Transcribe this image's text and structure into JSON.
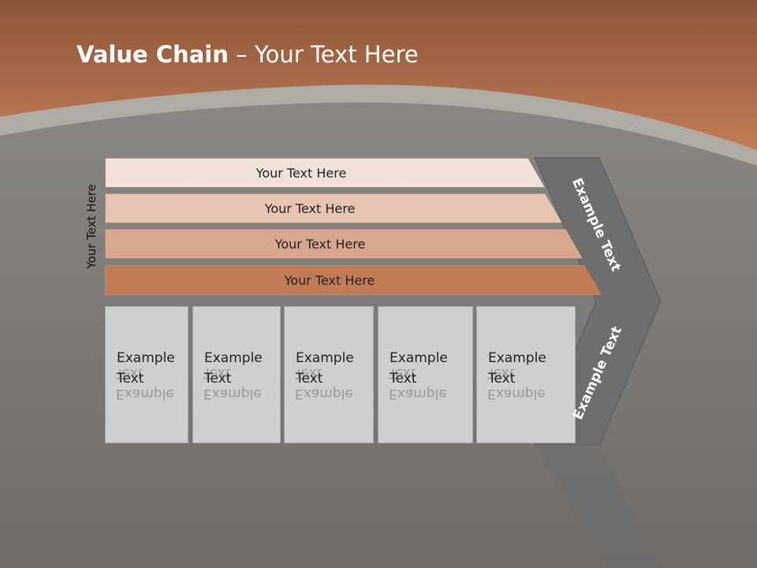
{
  "title": {
    "bold": "Value Chain",
    "dash": "–",
    "rest": "Your Text Here"
  },
  "side_label": "Your Text Here",
  "bars": [
    {
      "label": "Your Text Here",
      "color": "#f2e2da"
    },
    {
      "label": "Your Text Here",
      "color": "#e8c4b2"
    },
    {
      "label": "Your Text Here",
      "color": "#d9a78d"
    },
    {
      "label": "Your Text Here",
      "color": "#c27b56"
    }
  ],
  "cells": [
    {
      "line1": "Example",
      "line2": "Text"
    },
    {
      "line1": "Example",
      "line2": "Text"
    },
    {
      "line1": "Example",
      "line2": "Text"
    },
    {
      "line1": "Example",
      "line2": "Text"
    },
    {
      "line1": "Example",
      "line2": "Text"
    }
  ],
  "chevron": {
    "upper": "Example Text",
    "lower": "Example Text",
    "color": "#6e6e6e"
  },
  "colors": {
    "header": "#b8704a",
    "background": "#7d7b78"
  }
}
